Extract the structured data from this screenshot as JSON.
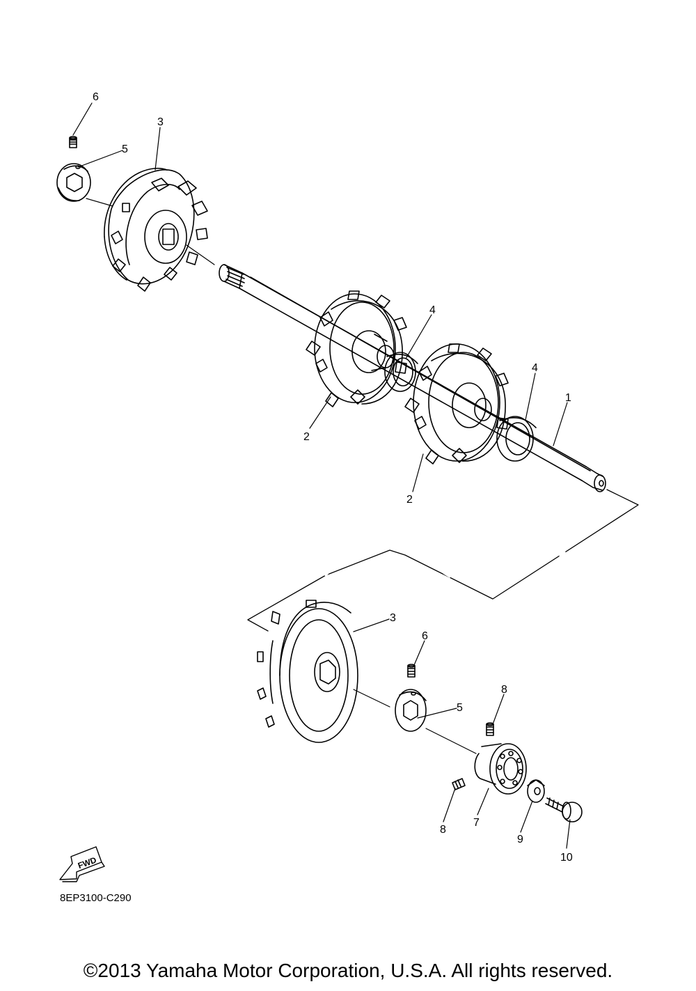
{
  "diagram": {
    "callouts": [
      {
        "id": "c6a",
        "text": "6"
      },
      {
        "id": "c3a",
        "text": "3"
      },
      {
        "id": "c5a",
        "text": "5"
      },
      {
        "id": "c4a",
        "text": "4"
      },
      {
        "id": "c4b",
        "text": "4"
      },
      {
        "id": "c1",
        "text": "1"
      },
      {
        "id": "c2a",
        "text": "2"
      },
      {
        "id": "c2b",
        "text": "2"
      },
      {
        "id": "c3b",
        "text": "3"
      },
      {
        "id": "c6b",
        "text": "6"
      },
      {
        "id": "c5b",
        "text": "5"
      },
      {
        "id": "c8a",
        "text": "8"
      },
      {
        "id": "c8b",
        "text": "8"
      },
      {
        "id": "c7",
        "text": "7"
      },
      {
        "id": "c9",
        "text": "9"
      },
      {
        "id": "c10",
        "text": "10"
      }
    ],
    "fwd_label": "FWD",
    "diagram_code": "8EP3100-C290"
  },
  "footer": {
    "copyright": "©2013 Yamaha Motor Corporation, U.S.A. All rights reserved."
  }
}
